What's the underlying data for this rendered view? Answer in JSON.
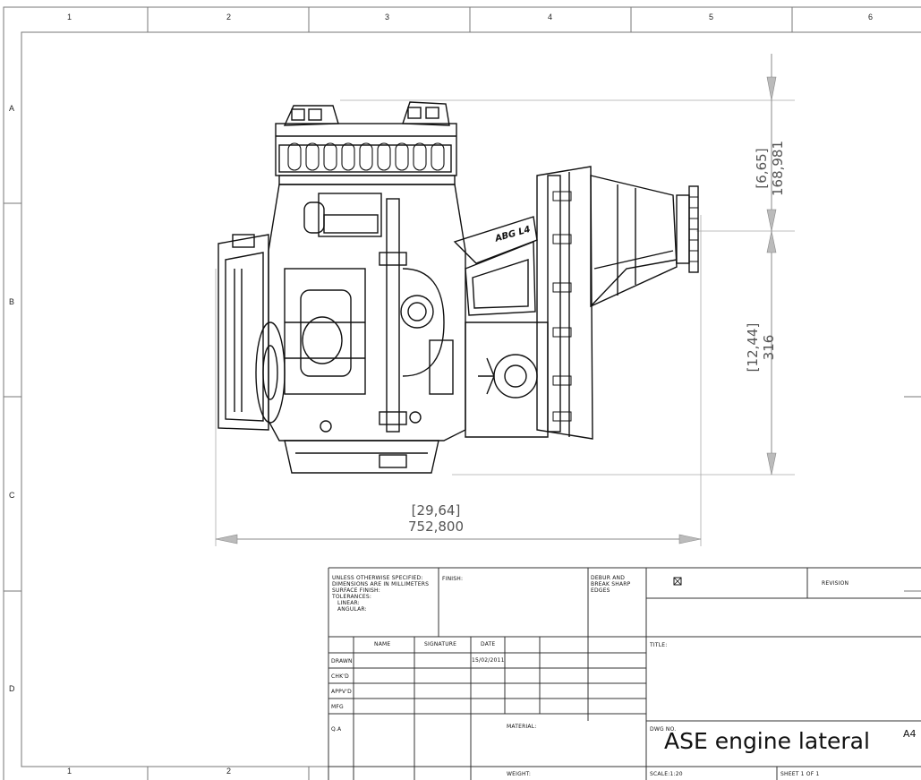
{
  "zones": {
    "columns": [
      "1",
      "2",
      "3",
      "4",
      "5",
      "6"
    ],
    "rows": [
      "A",
      "B",
      "C",
      "D"
    ]
  },
  "dimensions": {
    "height_top_in": "[6,65]",
    "height_top_mm": "168,981",
    "height_bottom_in": "[12,44]",
    "height_bottom_mm": "316",
    "width_in": "[29,64]",
    "width_mm": "752,800"
  },
  "part_label": "ABG L4",
  "title_block": {
    "notes": [
      "UNLESS OTHERWISE SPECIFIED:",
      "DIMENSIONS ARE IN MILLIMETERS",
      "SURFACE FINISH:",
      "TOLERANCES:",
      "LINEAR:",
      "ANGULAR:"
    ],
    "finish_label": "FINISH:",
    "deburr": [
      "DEBUR AND",
      "BREAK SHARP",
      "EDGES"
    ],
    "revision_label": "REVISION",
    "title_label": "TITLE:",
    "col_headers": [
      "NAME",
      "SIGNATURE",
      "DATE"
    ],
    "row_labels": [
      "DRAWN",
      "CHK'D",
      "APPV'D",
      "MFG",
      "Q.A"
    ],
    "drawn_date": "15/02/2011",
    "material_label": "MATERIAL:",
    "weight_label": "WEIGHT:",
    "dwg_no_label": "DWG NO.",
    "drawing_title": "ASE engine lateral",
    "sheet_size": "A4",
    "scale": "SCALE:1:20",
    "sheet": "SHEET 1 OF 1"
  }
}
